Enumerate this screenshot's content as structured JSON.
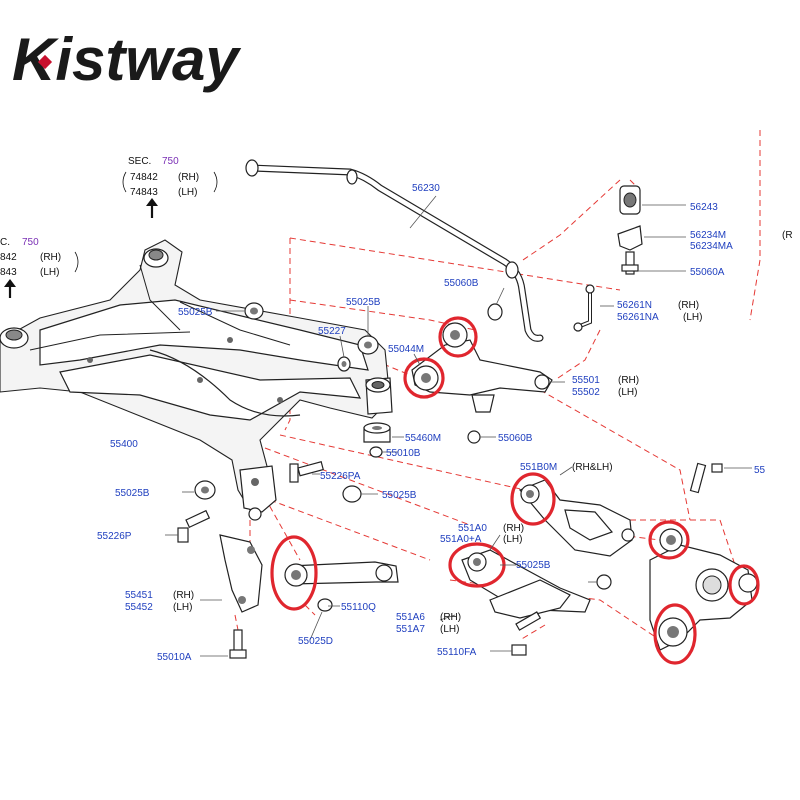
{
  "brand": {
    "logo_text": "Kistway",
    "logo_color": "#1a1a1a",
    "accent_color": "#c8102e"
  },
  "colors": {
    "label": "#1f3fbf",
    "section": "#7a2fb5",
    "highlight": "#e0262e",
    "guide": "#e53935"
  },
  "section_refs": [
    {
      "sec": "SEC.",
      "num": "750",
      "line1_code": "74842",
      "line1_side": "(RH)",
      "line2_code": "74843",
      "line2_side": "(LH)"
    },
    {
      "sec": "C.",
      "num": "750",
      "line1_code": "842",
      "line1_side": "(RH)",
      "line2_code": "843",
      "line2_side": "(LH)"
    }
  ],
  "labels": {
    "l56230": "56230",
    "l56243": "56243",
    "l56234M": "56234M",
    "l56234MA": "56234MA",
    "l55060A": "55060A",
    "l56261N": "56261N",
    "l56261NA": "56261NA",
    "rh_56261": "(RH)",
    "lh_56261": "(LH)",
    "rh_56234": "(R",
    "l55060B_top": "55060B",
    "l55025B_a": "55025B",
    "l55025B_b": "55025B",
    "l55227": "55227",
    "l55044M": "55044M",
    "l55501": "55501",
    "l55502": "55502",
    "rh_55501": "(RH)",
    "lh_55501": "(LH)",
    "l55460M": "55460M",
    "l55010B": "55010B",
    "l55060B_mid": "55060B",
    "l55400": "55400",
    "l55226PA": "55226PA",
    "l55025B_c": "55025B",
    "l55025B_d": "55025B",
    "l551B0M": "551B0M",
    "rhlh_551B0M": "(RH&LH)",
    "l55x": "55",
    "l55226P": "55226P",
    "l551A0": "551A0",
    "l551A0A": "551A0+A",
    "rh_551A0": "(RH)",
    "lh_551A0": "(LH)",
    "l55025B_e": "55025B",
    "l55451": "55451",
    "l55452": "55452",
    "rh_55451": "(RH)",
    "lh_55451": "(LH)",
    "l55110Q": "55110Q",
    "l551A6": "551A6",
    "l551A7": "551A7",
    "rh_551A6": "(RH)",
    "lh_551A6": "(LH)",
    "l55025D": "55025D",
    "l55010A": "55010A",
    "l55110FA": "55110FA"
  }
}
